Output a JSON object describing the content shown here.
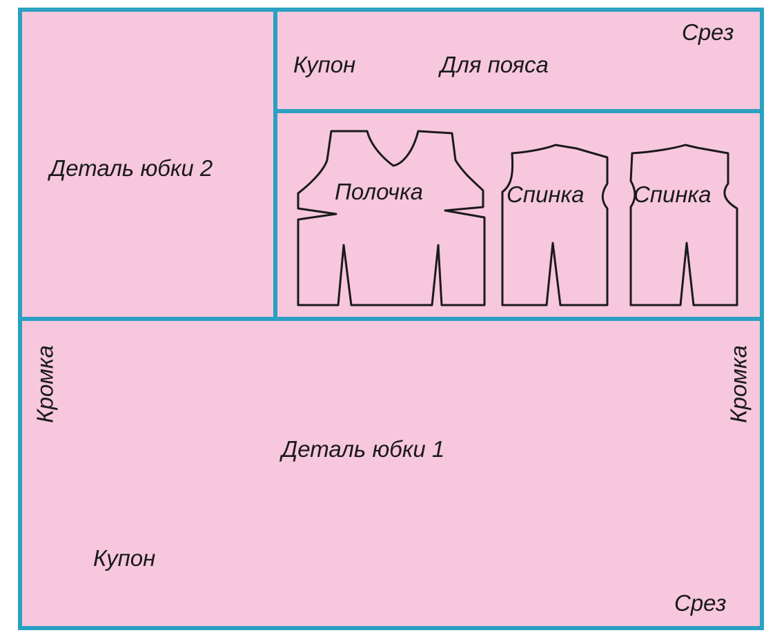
{
  "colors": {
    "fabric": "#f6c7dd",
    "frame": "#2aa0c2",
    "outline": "#1a1a1a"
  },
  "labels": {
    "skirt_part_2": "Деталь юбки 2",
    "skirt_part_1": "Деталь юбки 1",
    "coupon_top": "Купон",
    "coupon_bottom": "Купон",
    "for_belt": "Для пояса",
    "cut_top": "Срез",
    "cut_bottom": "Срез",
    "selvage_left": "Кромка",
    "selvage_right": "Кромка",
    "front": "Полочка",
    "back_1": "Спинка",
    "back_2": "Спинка"
  }
}
